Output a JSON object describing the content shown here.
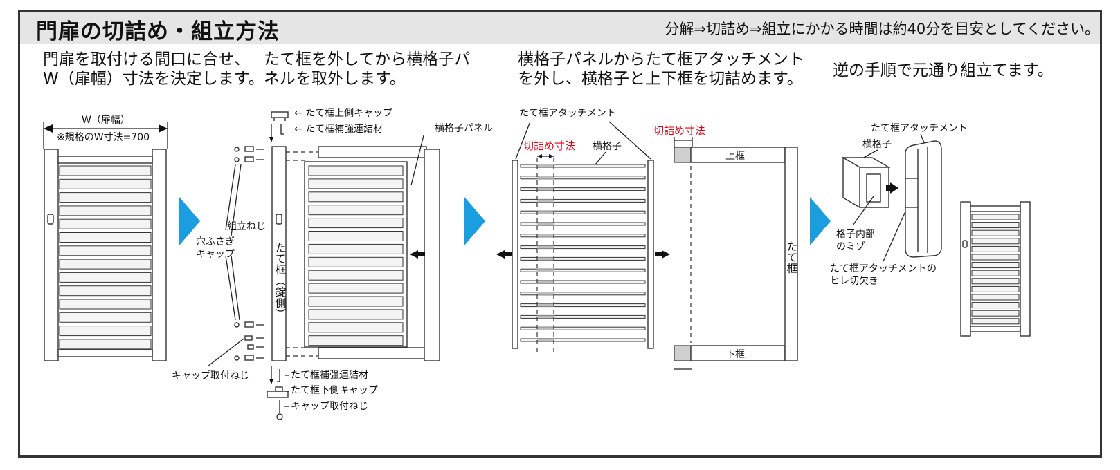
{
  "header": {
    "title": "門扉の切詰め・組立方法",
    "subtitle": "分解⇒切詰め⇒組立にかかる時間は約40分を目安としてください。"
  },
  "steps": [
    {
      "line1": "門扉を取付ける間口に合せ、",
      "line2": "W（扉幅）寸法を決定します。"
    },
    {
      "line1": "たて框を外してから横格子パ",
      "line2": "ネルを取外します。"
    },
    {
      "line1": "横格子パネルからたて框アタッチメント",
      "line2": "を外し、横格子と上下框を切詰めます。"
    },
    {
      "line1": "逆の手順で元通り組立てます。",
      "line2": ""
    }
  ],
  "fig1": {
    "width_label": "W（扉幅）",
    "note": "※規格のW寸法=700"
  },
  "fig2": {
    "top_cap": "← たて框上側キャップ",
    "top_reinforce": "← たて框補強連結材",
    "panel": "横格子パネル",
    "screw": "組立ねじ",
    "hole_cap_1": "穴ふさぎ",
    "hole_cap_2": "キャップ",
    "stile": "たて框（錠側）",
    "cap_screw_left": "キャップ取付ねじ",
    "bottom_reinforce": "たて框補強連結材",
    "bottom_cap": "たて框下側キャップ",
    "bottom_screw": "キャップ取付ねじ"
  },
  "fig3": {
    "attachment": "たて框アタッチメント",
    "cut_left": "切詰め寸法",
    "slat": "横格子",
    "cut_right": "切詰め寸法",
    "top_rail": "上框",
    "bottom_rail": "下框",
    "stile": "たて框"
  },
  "fig4": {
    "attachment": "たて框アタッチメント",
    "slat": "横格子",
    "groove_1": "格子内部",
    "groove_2": "のミゾ",
    "notch_1": "たて框アタッチメントの",
    "notch_2": "ヒレ切欠き"
  },
  "colors": {
    "accent": "#1b9ee0",
    "cut": "#e60012"
  }
}
